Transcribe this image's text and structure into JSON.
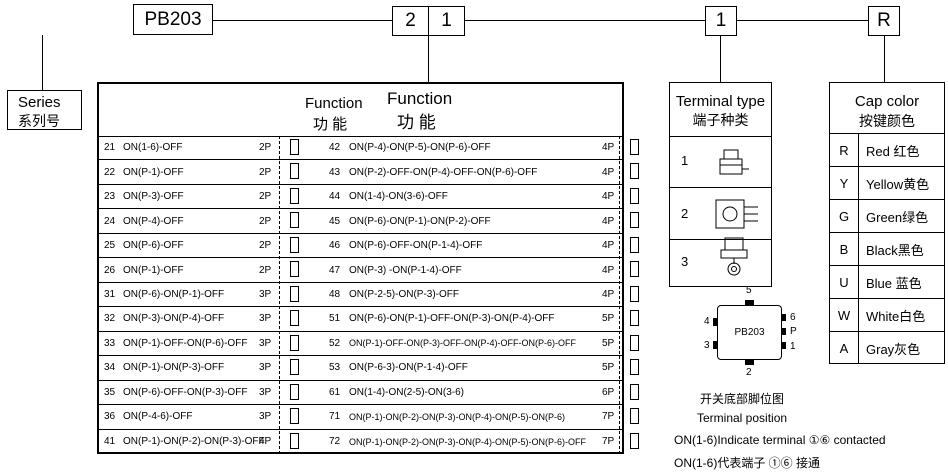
{
  "header": {
    "series_code": "PB203",
    "function_code_a": "2",
    "function_code_b": "1",
    "terminal_code": "1",
    "color_code": "R"
  },
  "series": {
    "label_en": "Series",
    "label_cn": "系列号"
  },
  "function_table": {
    "title_en_1": "Function",
    "title_cn_1": "功  能",
    "title_en_2": "Function",
    "title_cn_2": "功  能",
    "rows": [
      {
        "l_no": "21",
        "l_desc": "ON(1-6)-OFF",
        "l_p": "2P",
        "r_no": "42",
        "r_desc": "ON(P-4)-ON(P-5)-ON(P-6)-OFF",
        "r_p": "4P"
      },
      {
        "l_no": "22",
        "l_desc": "ON(P-1)-OFF",
        "l_p": "2P",
        "r_no": "43",
        "r_desc": "ON(P-2)-OFF-ON(P-4)-OFF-ON(P-6)-OFF",
        "r_p": "4P"
      },
      {
        "l_no": "23",
        "l_desc": "ON(P-3)-OFF",
        "l_p": "2P",
        "r_no": "44",
        "r_desc": "ON(1-4)-ON(3-6)-OFF",
        "r_p": "4P"
      },
      {
        "l_no": "24",
        "l_desc": "ON(P-4)-OFF",
        "l_p": "2P",
        "r_no": "45",
        "r_desc": "ON(P-6)-ON(P-1)-ON(P-2)-OFF",
        "r_p": "4P"
      },
      {
        "l_no": "25",
        "l_desc": "ON(P-6)-OFF",
        "l_p": "2P",
        "r_no": "46",
        "r_desc": "ON(P-6)-OFF-ON(P-1-4)-OFF",
        "r_p": "4P"
      },
      {
        "l_no": "26",
        "l_desc": "ON(P-1)-OFF",
        "l_p": "2P",
        "r_no": "47",
        "r_desc": "ON(P-3) -ON(P-1-4)-OFF",
        "r_p": "4P"
      },
      {
        "l_no": "31",
        "l_desc": "ON(P-6)-ON(P-1)-OFF",
        "l_p": "3P",
        "r_no": "48",
        "r_desc": "ON(P-2-5)-ON(P-3)-OFF",
        "r_p": "4P"
      },
      {
        "l_no": "32",
        "l_desc": "ON(P-3)-ON(P-4)-OFF",
        "l_p": "3P",
        "r_no": "51",
        "r_desc": "ON(P-6)-ON(P-1)-OFF-ON(P-3)-ON(P-4)-OFF",
        "r_p": "5P"
      },
      {
        "l_no": "33",
        "l_desc": "ON(P-1)-OFF-ON(P-6)-OFF",
        "l_p": "3P",
        "r_no": "52",
        "r_desc": "ON(P-1)-OFF-ON(P-3)-OFF-ON(P-4)-OFF-ON(P-6)-OFF",
        "r_p": "5P"
      },
      {
        "l_no": "34",
        "l_desc": "ON(P-1)-ON(P-3)-OFF",
        "l_p": "3P",
        "r_no": "53",
        "r_desc": "ON(P-6-3)-ON(P-1-4)-OFF",
        "r_p": "5P"
      },
      {
        "l_no": "35",
        "l_desc": "ON(P-6)-OFF-ON(P-3)-OFF",
        "l_p": "3P",
        "r_no": "61",
        "r_desc": "ON(1-4)-ON(2-5)-ON(3-6)",
        "r_p": "6P"
      },
      {
        "l_no": "36",
        "l_desc": "ON(P-4-6)-OFF",
        "l_p": "3P",
        "r_no": "71",
        "r_desc": "ON(P-1)-ON(P-2)-ON(P-3)-ON(P-4)-ON(P-5)-ON(P-6)",
        "r_p": "7P"
      },
      {
        "l_no": "41",
        "l_desc": "ON(P-1)-ON(P-2)-ON(P-3)-OFF",
        "l_p": "4P",
        "r_no": "72",
        "r_desc": "ON(P-1)-ON(P-2)-ON(P-3)-ON(P-4)-ON(P-5)-ON(P-6)-OFF",
        "r_p": "7P"
      }
    ]
  },
  "terminal_type": {
    "title_en": "Terminal type",
    "title_cn": "端子种类",
    "options": [
      "1",
      "2",
      "3"
    ]
  },
  "cap_color": {
    "title_en": "Cap color",
    "title_cn": "按键颜色",
    "options": [
      {
        "code": "R",
        "name": "Red  红色"
      },
      {
        "code": "Y",
        "name": "Yellow黄色"
      },
      {
        "code": "G",
        "name": "Green绿色"
      },
      {
        "code": "B",
        "name": "Black黑色"
      },
      {
        "code": "U",
        "name": "Blue 蓝色"
      },
      {
        "code": "W",
        "name": "White白色"
      },
      {
        "code": "A",
        "name": "Gray灰色"
      }
    ]
  },
  "terminal_position": {
    "chip_label": "PB203",
    "pin_5": "5",
    "pin_4": "4",
    "pin_6": "6",
    "pin_p": "P",
    "pin_3": "3",
    "pin_1": "1",
    "pin_2": "2",
    "caption_cn": "开关底部脚位图",
    "caption_en": "Terminal position"
  },
  "notes": {
    "line_en": "ON(1-6)Indicate terminal ①⑥ contacted",
    "line_cn": "ON(1-6)代表端子 ①⑥ 接通"
  }
}
